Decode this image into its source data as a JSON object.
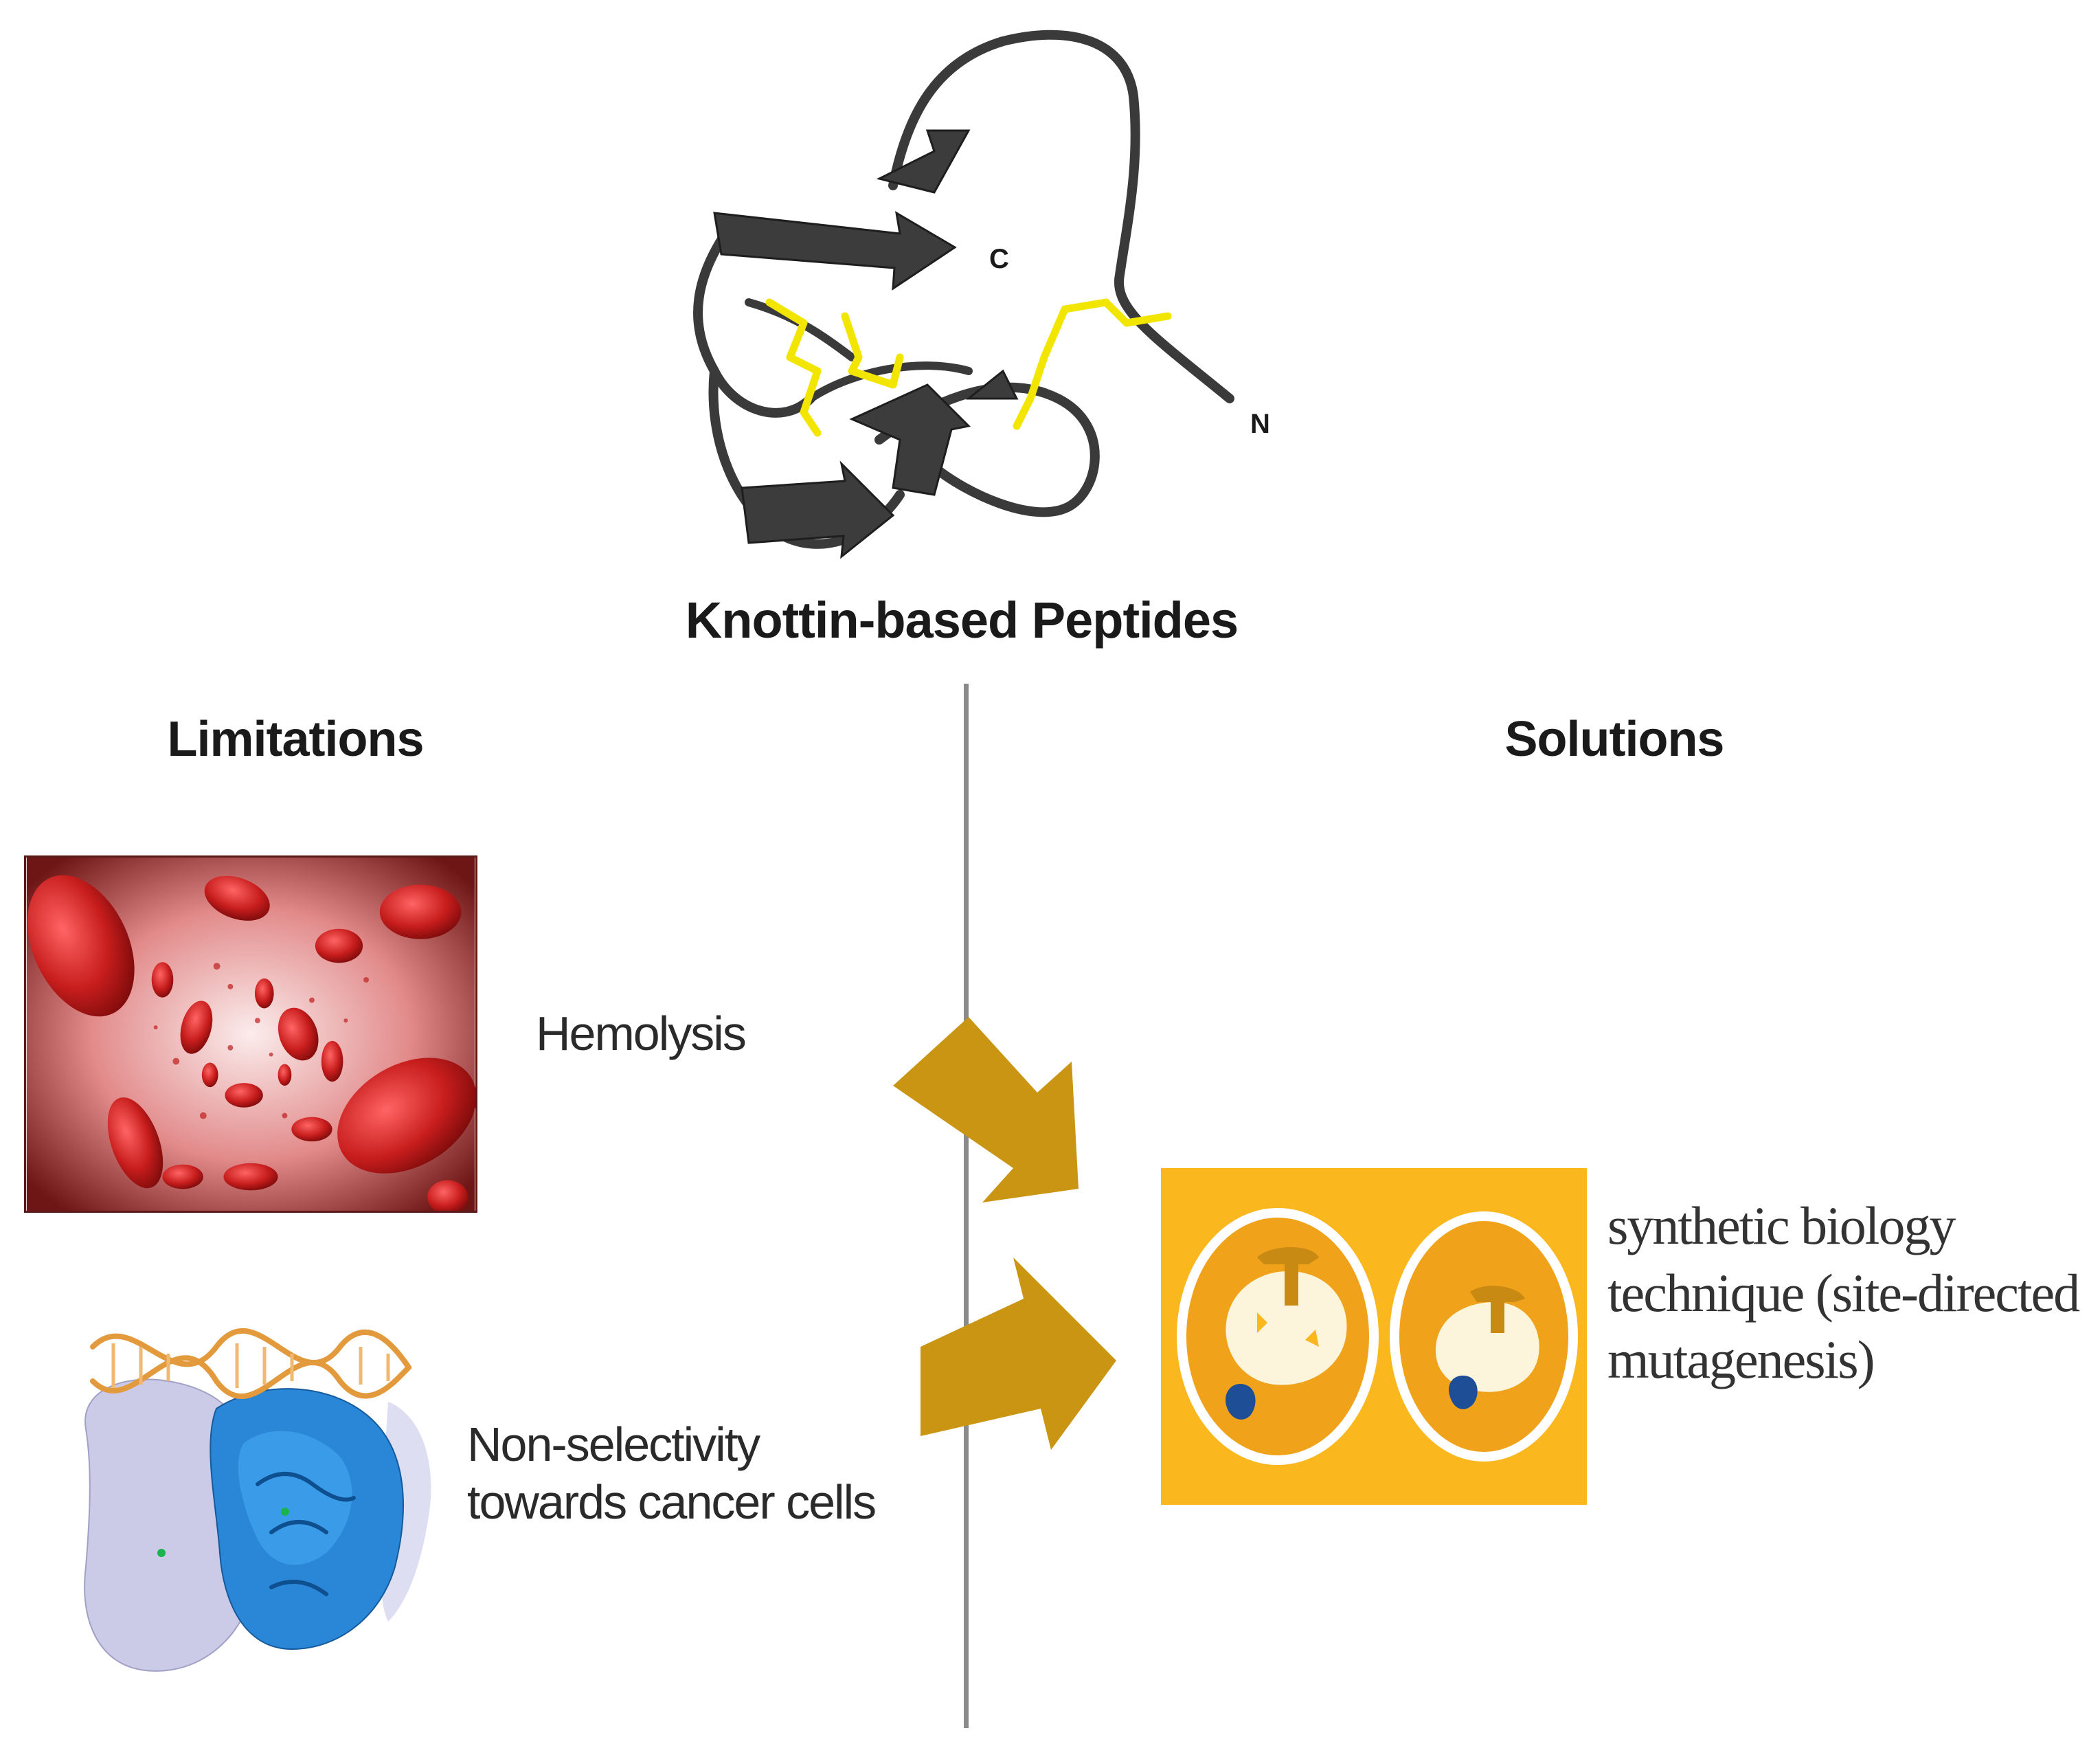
{
  "title": "Knottin-based Peptides",
  "terminus_labels": {
    "c": "C",
    "n": "N"
  },
  "sections": {
    "limitations_title": "Limitations",
    "solutions_title": "Solutions"
  },
  "limitations": [
    {
      "label": "Hemolysis",
      "image": "red-blood-cells"
    },
    {
      "label_line1": "Non-selectivity",
      "label_line2": "towards cancer cells",
      "image": "protein-dna-complex"
    }
  ],
  "solution": {
    "label_line1": "synthetic biology",
    "label_line2": "technique (site-directed",
    "label_line3": "mutagenesis)",
    "image": "site-directed-mutagenesis-icon"
  },
  "colors": {
    "ribbon": "#3a3a3a",
    "disulfide": "#f2e600",
    "arrow": "#c99512",
    "solution_bg": "#fbb71e",
    "divider": "#8a8a8a"
  }
}
